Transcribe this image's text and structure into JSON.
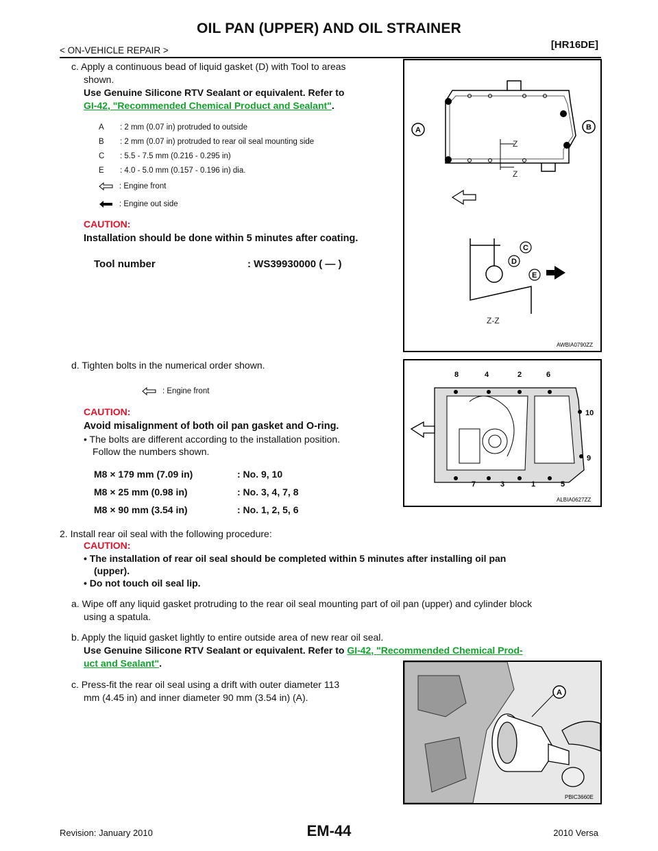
{
  "header": {
    "title": "OIL PAN (UPPER) AND OIL STRAINER",
    "section": "< ON-VEHICLE REPAIR >",
    "engine": "[HR16DE]"
  },
  "step_c1": {
    "line1": "c.  Apply  a  continuous  bead  of  liquid  gasket  (D)  with  Tool  to  areas",
    "line1b": "shown.",
    "line2": "Use  Genuine  Silicone  RTV  Sealant  or  equivalent.  Refer  to",
    "link": "GI-42, \"Recommended Chemical Product and Sealant\"",
    "link_end": ".",
    "legend": [
      {
        "key": "A",
        "text": ": 2 mm (0.07 in) protruded to outside"
      },
      {
        "key": "B",
        "text": ": 2 mm (0.07 in) protruded to rear oil seal mounting side"
      },
      {
        "key": "C",
        "text": ": 5.5 - 7.5 mm (0.216 - 0.295 in)"
      },
      {
        "key": "E",
        "text": ": 4.0 - 5.0 mm (0.157 - 0.196 in) dia."
      }
    ],
    "legend_front": ": Engine front",
    "legend_out": ": Engine out side",
    "caution_label": "CAUTION:",
    "caution_text": "Installation should be done within 5 minutes after coating.",
    "tool_label": "Tool number",
    "tool_value": ": WS39930000 (    —    )"
  },
  "step_d": {
    "text": "d.  Tighten bolts in the numerical order shown.",
    "legend_front": ": Engine front",
    "caution_label": "CAUTION:",
    "caution_text": "Avoid misalignment of both oil pan gasket and O-ring.",
    "bullet1": "•  The  bolts  are  different  according  to  the  installation  position.",
    "bullet1b": "Follow the numbers shown.",
    "bolts": [
      {
        "size": "M8 × 179 mm (7.09 in)",
        "no": ": No. 9, 10"
      },
      {
        "size": "M8 × 25 mm (0.98 in)",
        "no": ": No. 3, 4, 7, 8"
      },
      {
        "size": "M8 × 90 mm (3.54 in)",
        "no": ": No. 1, 2, 5, 6"
      }
    ]
  },
  "step_2": {
    "text": "2.  Install rear oil seal with the following procedure:",
    "caution_label": "CAUTION:",
    "b1": "•  The  installation  of  rear  oil  seal  should  be  completed  within  5  minutes  after  installing  oil  pan",
    "b1b": "(upper).",
    "b2": "•  Do not touch oil seal lip."
  },
  "step_a": {
    "l1": "a.  Wipe off any liquid gasket protruding to the rear oil seal mounting part of oil pan (upper) and cylinder block",
    "l2": "using a spatula."
  },
  "step_b": {
    "l1": "b.  Apply the liquid gasket lightly to entire outside area of new rear oil seal.",
    "l2": "Use  Genuine  Silicone  RTV  Sealant  or  equivalent.  Refer  to",
    "link1": "GI-42,  \"Recommended  Chemical  Prod-",
    "link2": "uct and Sealant\"",
    "end": "."
  },
  "step_c2": {
    "l1": "c.  Press-fit  the  rear  oil  seal  using  a  drift  with  outer  diameter  113",
    "l2": "mm (4.45 in) and inner diameter 90 mm (3.54 in) (A)."
  },
  "figures": {
    "fig1": {
      "code": "AWBIA0790ZZ",
      "labels": {
        "a": "A",
        "b": "B",
        "c": "C",
        "d": "D",
        "e": "E",
        "z1": "Z",
        "z2": "Z",
        "zz": "Z-Z"
      }
    },
    "fig2": {
      "code": "ALBIA0627ZZ",
      "top": [
        "8",
        "4",
        "2",
        "6"
      ],
      "bottom": [
        "7",
        "3",
        "1",
        "5"
      ],
      "r10": "10",
      "r9": "9"
    },
    "fig3": {
      "code": "PBIC3660E",
      "a": "A"
    }
  },
  "footer": {
    "page": "EM-44",
    "revision": "Revision: January 2010",
    "model": "2010 Versa"
  }
}
